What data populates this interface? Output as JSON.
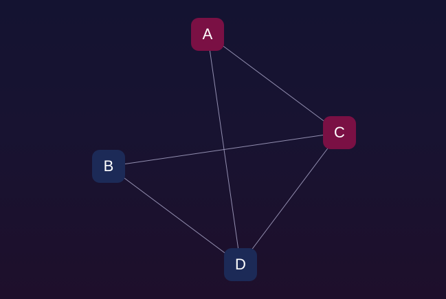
{
  "nodes": [
    {
      "id": "A",
      "label": "A",
      "color": "#7a1044"
    },
    {
      "id": "B",
      "label": "B",
      "color": "#1c2a57"
    },
    {
      "id": "C",
      "label": "C",
      "color": "#7a1044"
    },
    {
      "id": "D",
      "label": "D",
      "color": "#1c2a57"
    }
  ],
  "edges": [
    {
      "from": "A",
      "to": "C"
    },
    {
      "from": "A",
      "to": "D"
    },
    {
      "from": "B",
      "to": "C"
    },
    {
      "from": "B",
      "to": "D"
    },
    {
      "from": "C",
      "to": "D"
    }
  ]
}
